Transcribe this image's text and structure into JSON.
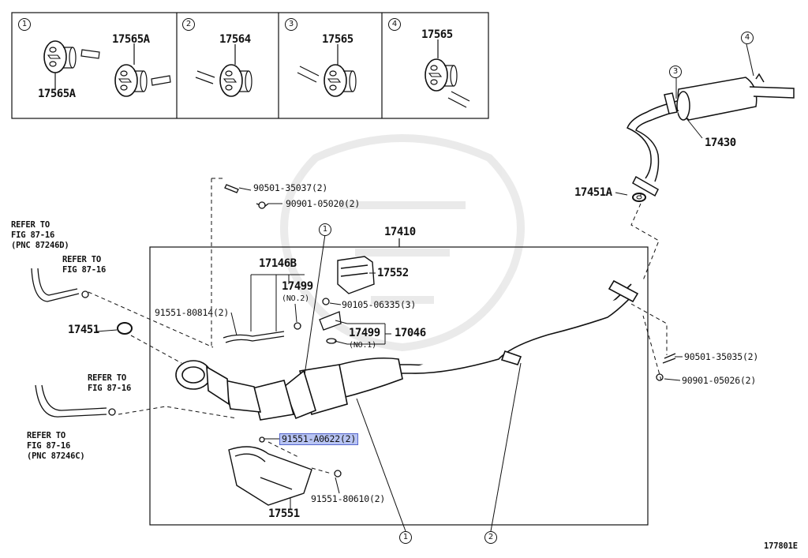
{
  "insets": [
    {
      "num": "1",
      "labels": [
        "17565A",
        "17565A"
      ]
    },
    {
      "num": "2",
      "labels": [
        "17564"
      ]
    },
    {
      "num": "3",
      "labels": [
        "17565"
      ]
    },
    {
      "num": "4",
      "labels": [
        "17565"
      ]
    }
  ],
  "parts": {
    "p17430": "17430",
    "p17451A": "17451A",
    "p17410": "17410",
    "p17146B": "17146B",
    "p17499a": "17499",
    "p17499a_note": "(NO.2)",
    "p17552": "17552",
    "p90105": "90105-06335(3)",
    "p91551_80814": "91551-80814(2)",
    "p17451": "17451",
    "p17499b": "17499",
    "p17499b_note": "(NO.1)",
    "p17046": "17046",
    "p90501_35037": "90501-35037(2)",
    "p90901_05020": "90901-05020(2)",
    "p90501_35035": "90501-35035(2)",
    "p90901_05026": "90901-05026(2)",
    "p91551_A0622": "91551-A0622(2)",
    "p91551_80610": "91551-80610(2)",
    "p17551": "17551"
  },
  "refs": {
    "ref1": [
      "REFER TO",
      "FIG 87-16",
      "(PNC 87246D)"
    ],
    "ref2": [
      "REFER TO",
      "FIG 87-16"
    ],
    "ref3": [
      "REFER TO",
      "FIG 87-16"
    ],
    "ref4": [
      "REFER TO",
      "FIG 87-16",
      "(PNC 87246C)"
    ]
  },
  "callouts": {
    "c1_top": "1",
    "c1_bottom": "1",
    "c2_bottom": "2",
    "c3": "3",
    "c4": "4"
  },
  "figure_id": "177801E",
  "highlight_color": "#b8c4f3"
}
